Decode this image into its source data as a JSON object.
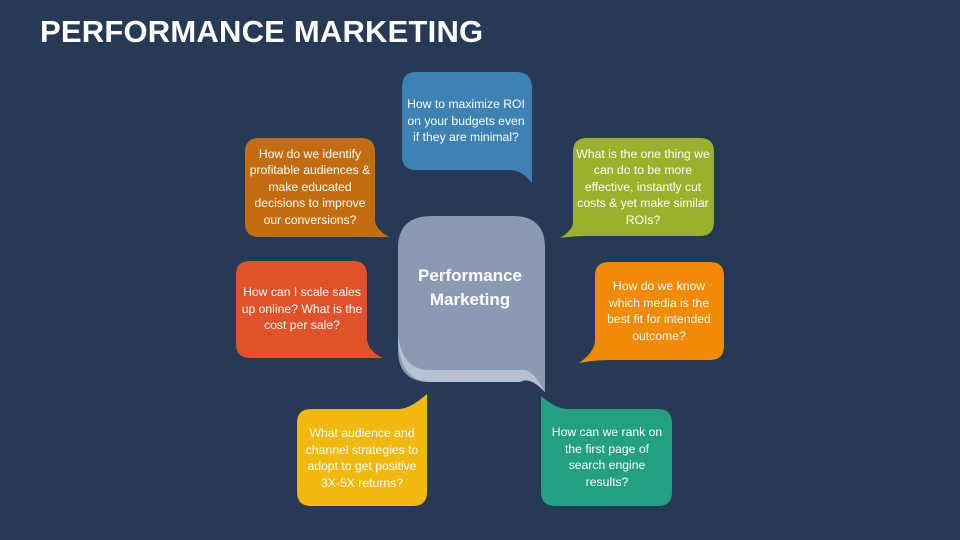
{
  "title": "PERFORMANCE MARKETING",
  "center": {
    "label": "Performance Marketing",
    "color": "#8a9ab3"
  },
  "bubbles": [
    {
      "text": "How to maximize ROI on your budgets even if they are minimal?",
      "color": "#3c82b5"
    },
    {
      "text": "What is the one thing we can do to be more effective, instantly cut costs & yet make similar ROIs?",
      "color": "#9bb02b"
    },
    {
      "text": "How do we know which media is the best fit for intended outcome?",
      "color": "#f18a06"
    },
    {
      "text": "How can we rank on the first page of search engine results?",
      "color": "#22a081"
    },
    {
      "text": "What audience and channel strategies to adopt to get positive 3X-5X returns?",
      "color": "#f1b90e"
    },
    {
      "text": "How can I scale sales up online? What is the cost per sale?",
      "color": "#e1512a"
    },
    {
      "text": "How do we identify profitable audiences & make educated decisions to improve our conversions?",
      "color": "#c46d10"
    }
  ]
}
